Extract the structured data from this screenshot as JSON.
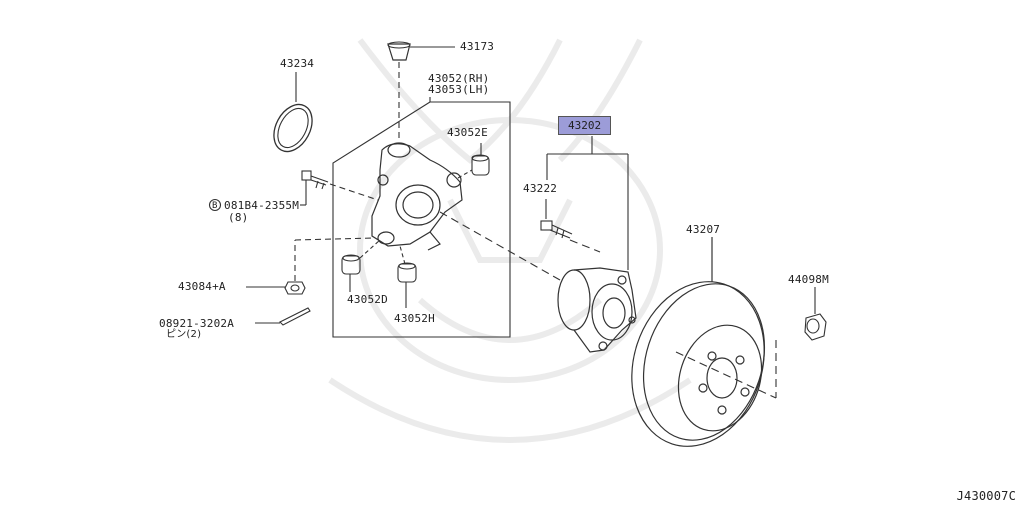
{
  "labels": {
    "p43173": "43173",
    "p43234": "43234",
    "p43052": "43052(RH)",
    "p43053": "43053(LH)",
    "p43052e": "43052E",
    "bolt": "081B4-2355M",
    "bolt_qty": "(8)",
    "bolt_symbol": "B",
    "p43084": "43084+A",
    "p43052d": "43052D",
    "p43052h": "43052H",
    "p08921": "08921-3202A",
    "pin": "ピン(2)",
    "p43222": "43222",
    "p43202": "43202",
    "p43207": "43207",
    "p44098": "44098M",
    "diagram_code": "J430007C"
  },
  "highlight": {
    "part": "43202",
    "color": "#9c9cd8"
  }
}
